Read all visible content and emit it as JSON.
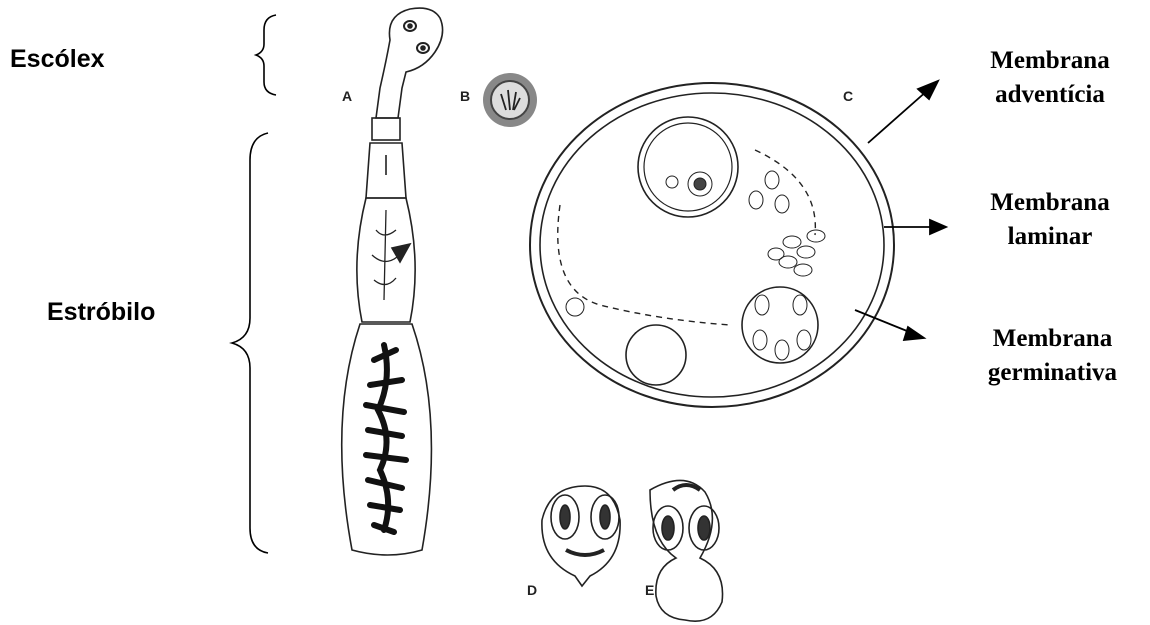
{
  "labels": {
    "escolex": "Escólex",
    "estrobilo": "Estróbilo",
    "adventicia_line1": "Membrana",
    "adventicia_line2": "adventícia",
    "laminar_line1": "Membrana",
    "laminar_line2": "laminar",
    "germinativa_line1": "Membrana",
    "germinativa_line2": "germinativa"
  },
  "figure_letters": {
    "a": "A",
    "b": "B",
    "c": "C",
    "d": "D",
    "e": "E"
  },
  "colors": {
    "ink": "#000000",
    "drawing": "#222222",
    "stipple": "#555555"
  }
}
